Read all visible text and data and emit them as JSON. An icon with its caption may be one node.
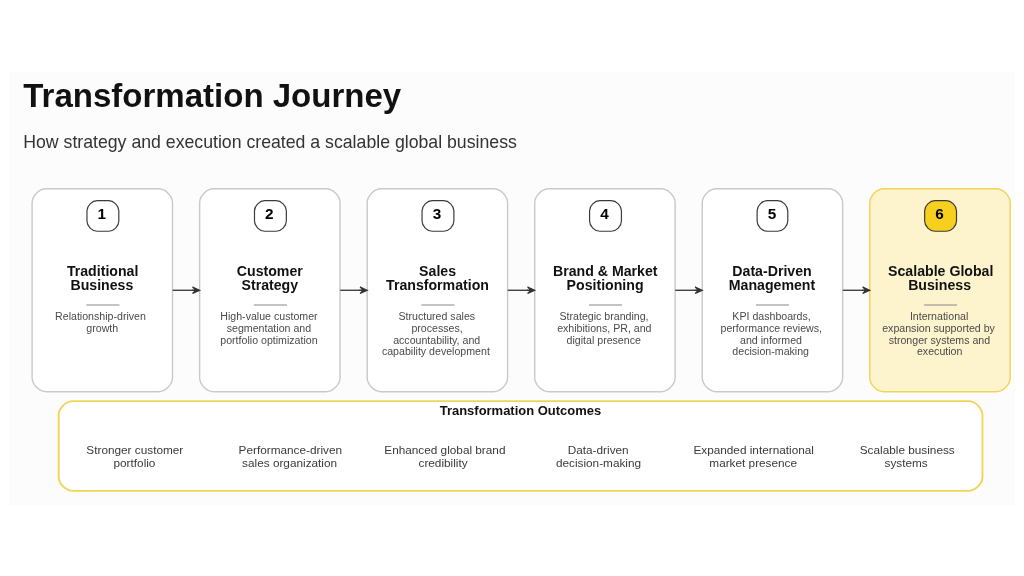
{
  "diagram": {
    "title": "Transformation Journey",
    "nodes": [
      {
        "text": [
          "1",
          "Traditional Business",
          "Relationship-driven growth"
        ]
      },
      {
        "text": [
          "2",
          "Customer Strategy",
          "High-value customer segmentation and portfolio optimization"
        ]
      },
      {
        "text": [
          "3",
          "Sales Transformation",
          "Structured sales processes, accountability, and capability development"
        ]
      },
      {
        "text": [
          "4",
          "Brand & Market Positioning",
          "Strategic branding, exhibitions, PR, and digital presence"
        ]
      },
      {
        "text": [
          "5",
          "Data-Driven Management",
          "KPI dashboards, performance reviews, and informed decision-making"
        ]
      },
      {
        "text": [
          "6",
          "Scalable Global Business",
          "International expansion supported by stronger systems and execution"
        ]
      },
      {
        "text": [
          "Transformation Outcomes"
        ]
      },
      {
        "text": [
          "Stronger customer portfolio"
        ],
        "in": 6
      },
      {
        "text": [
          "Performance-driven sales organization"
        ],
        "in": 6
      },
      {
        "text": [
          "Enhanced global brand credibility"
        ],
        "in": 6
      },
      {
        "text": [
          "Data-driven decision-making"
        ],
        "in": 6
      },
      {
        "text": [
          "Expanded international market presence"
        ],
        "in": 6
      },
      {
        "text": [
          "Scalable business systems"
        ],
        "in": 6
      }
    ],
    "edges": [
      {
        "from": 0,
        "to": 1,
        "arrow": "to"
      },
      {
        "from": 1,
        "to": 2,
        "arrow": "to"
      },
      {
        "from": 2,
        "to": 3,
        "arrow": "to"
      },
      {
        "from": 3,
        "to": 4,
        "arrow": "to"
      },
      {
        "from": 4,
        "to": 5,
        "arrow": "to"
      }
    ],
    "labels": [
      "How strategy and execution created a scalable global business"
    ]
  }
}
